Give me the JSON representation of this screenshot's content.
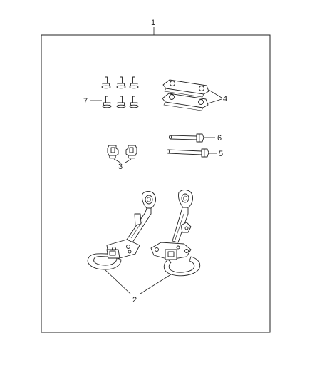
{
  "diagram": {
    "callouts": {
      "kit": "1",
      "tow_hooks": "2",
      "clips": "3",
      "plates": "4",
      "long_bolt": "5",
      "short_bolt": "6",
      "fasteners": "7"
    }
  }
}
